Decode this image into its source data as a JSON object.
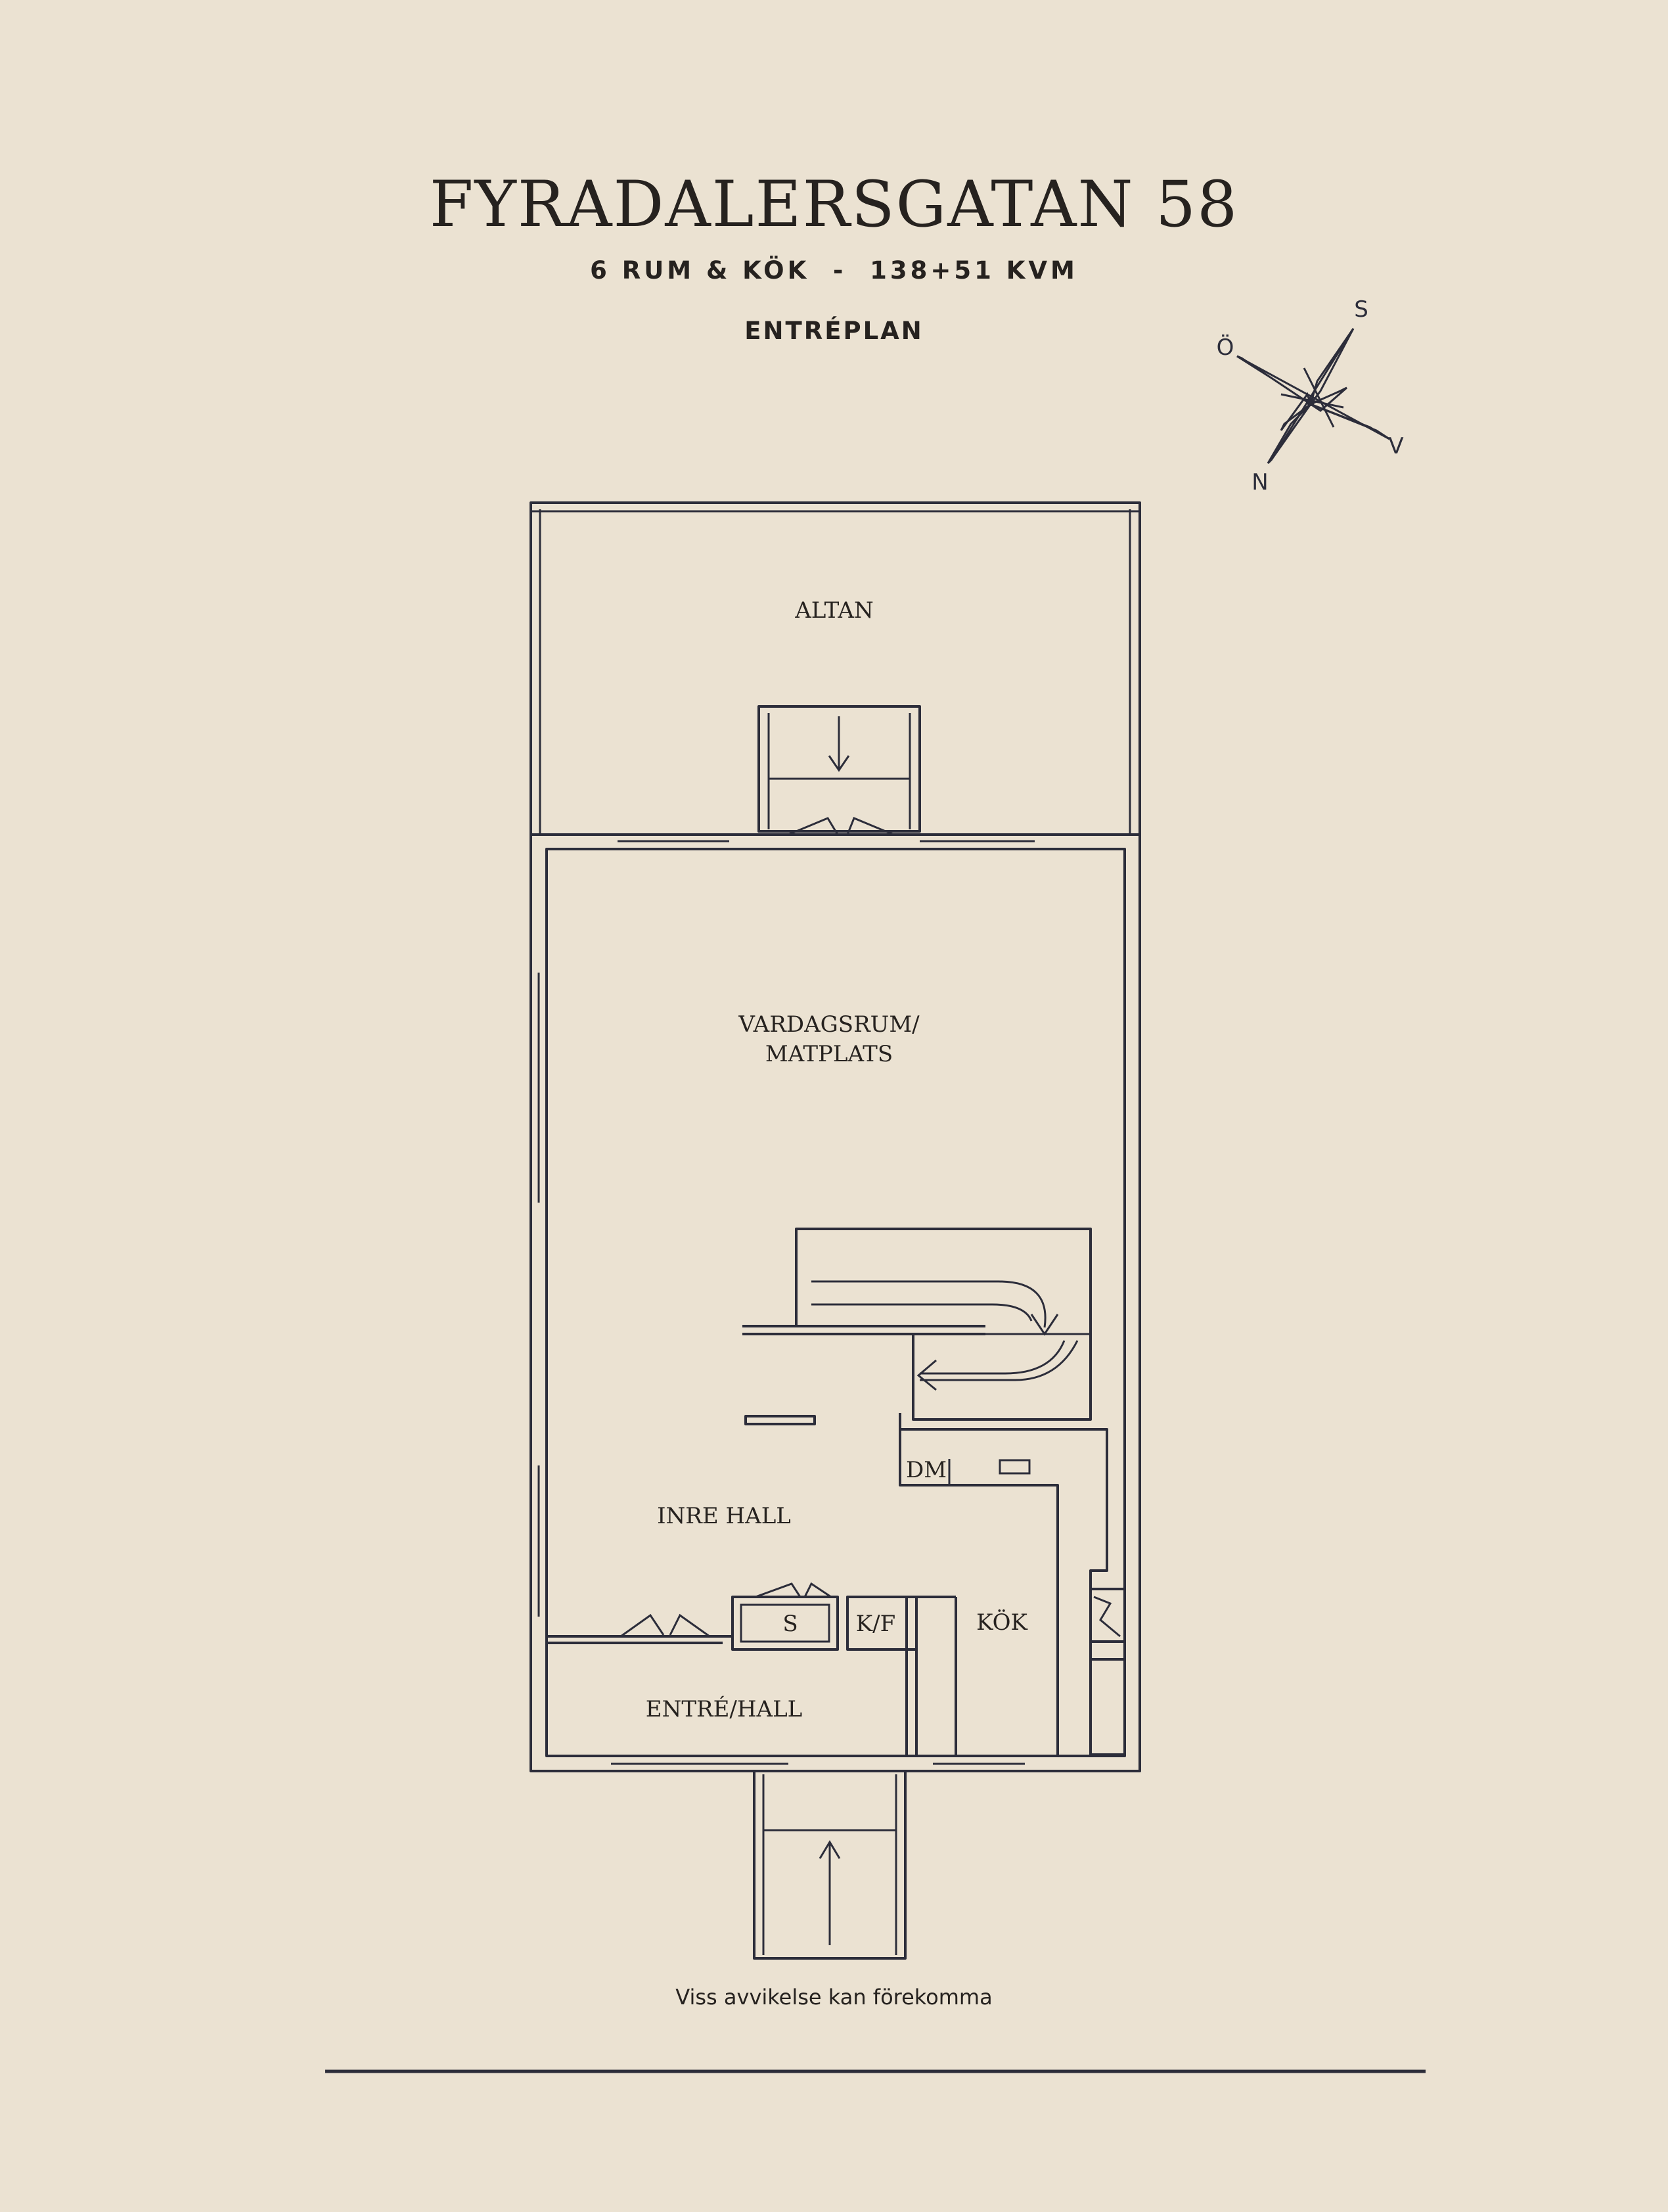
{
  "header": {
    "title": "FYRADALERSGATAN 58",
    "subtitle": "6 RUM & KÖK  -  138+51 KVM",
    "level": "ENTRÉPLAN"
  },
  "compass": {
    "south": "S",
    "east": "Ö",
    "west": "V",
    "north": "N"
  },
  "rooms": {
    "altan": "ALTAN",
    "living_line1": "VARDAGSRUM/",
    "living_line2": "MATPLATS",
    "dm": "DM",
    "inner_hall": "INRE HALL",
    "s": "S",
    "kf": "K/F",
    "kitchen": "KÖK",
    "entry": "ENTRÉ/HALL"
  },
  "footer": {
    "disclaimer": "Viss avvikelse kan förekomma"
  },
  "colors": {
    "background": "#ebe2d2",
    "ink": "#2c2d3a",
    "text": "#26221f"
  }
}
